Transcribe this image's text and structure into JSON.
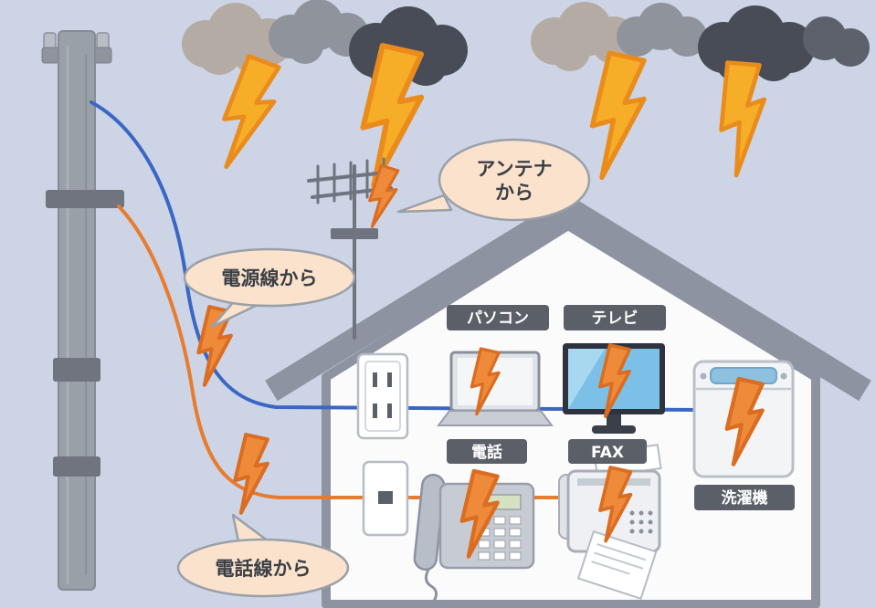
{
  "illustration": {
    "title_meaning": "lightning-surge-entry-points-into-home",
    "bubbles": {
      "antenna_line1": "アンテナ",
      "antenna_line2": "から",
      "power_line": "電源線から",
      "phone_line": "電話線から"
    },
    "device_labels": {
      "pc": "パソコン",
      "tv": "テレビ",
      "phone": "電話",
      "fax": "FAX",
      "washer": "洗濯機"
    },
    "colors": {
      "background": "#ccd4e6",
      "power_wire_blue": "#3a66c4",
      "phone_wire_orange": "#e87c2e",
      "lightning_yellow": "#f6ad27",
      "surge_orange": "#ef8a3a",
      "bubble_fill": "#fbe2cc",
      "device_label_bg": "#5a5f68",
      "cloud_dark": "#484c57",
      "house_outline": "#8d93a0"
    }
  }
}
